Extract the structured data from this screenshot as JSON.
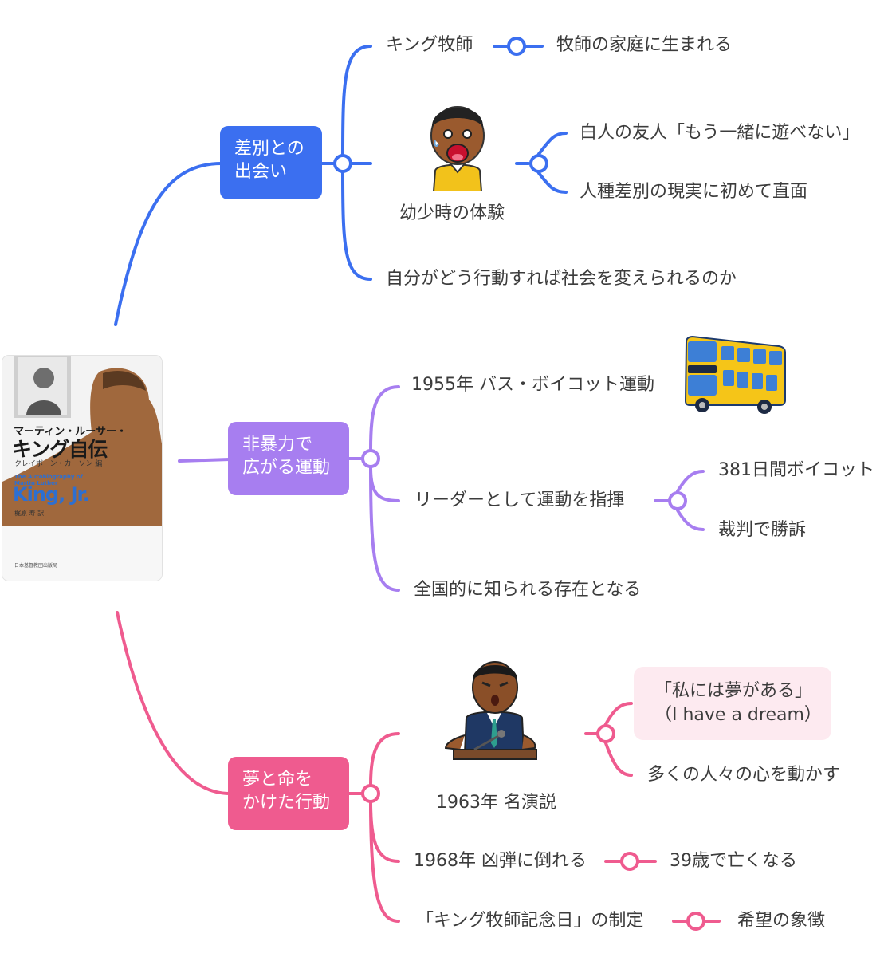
{
  "root": {
    "cover": {
      "title_small": "マーティン・ルーサー・",
      "title_big": "キング自伝",
      "editor": "クレイボーン・カーソン 編",
      "translator": "梶原 寿 訳",
      "english_line1": "The Autobiography of",
      "english_line2": "Martin Luther",
      "english_big": "King, Jr.",
      "publisher": "日本基督教団出版局"
    }
  },
  "branches": [
    {
      "label_line1": "差別との",
      "label_line2": "出会い",
      "color": "#3b6ff0",
      "items": [
        {
          "text": "キング牧師",
          "child": "牧師の家庭に生まれる"
        },
        {
          "text": "幼少時の体験",
          "children": [
            "白人の友人「もう一緒に遊べない」",
            "人種差別の現実に初めて直面"
          ]
        },
        {
          "text": "自分がどう行動すれば社会を変えられるのか"
        }
      ]
    },
    {
      "label_line1": "非暴力で",
      "label_line2": "広がる運動",
      "color": "#a77ef0",
      "items": [
        {
          "text": "1955年 バス・ボイコット運動"
        },
        {
          "text": "リーダーとして運動を指揮",
          "children": [
            "381日間ボイコット",
            "裁判で勝訴"
          ]
        },
        {
          "text": "全国的に知られる存在となる"
        }
      ]
    },
    {
      "label_line1": "夢と命を",
      "label_line2": "かけた行動",
      "color": "#ef5b8f",
      "items": [
        {
          "text": "1963年 名演説",
          "quote_line1": "「私には夢がある」",
          "quote_line2": "（I have a dream）",
          "child2": "多くの人々の心を動かす"
        },
        {
          "text": "1968年 凶弾に倒れる",
          "child": "39歳で亡くなる"
        },
        {
          "text": "「キング牧師記念日」の制定",
          "child": "希望の象徴"
        }
      ]
    }
  ],
  "icons": [
    "boy-surprised-icon",
    "double-decker-bus-icon",
    "speaker-at-podium-icon"
  ]
}
